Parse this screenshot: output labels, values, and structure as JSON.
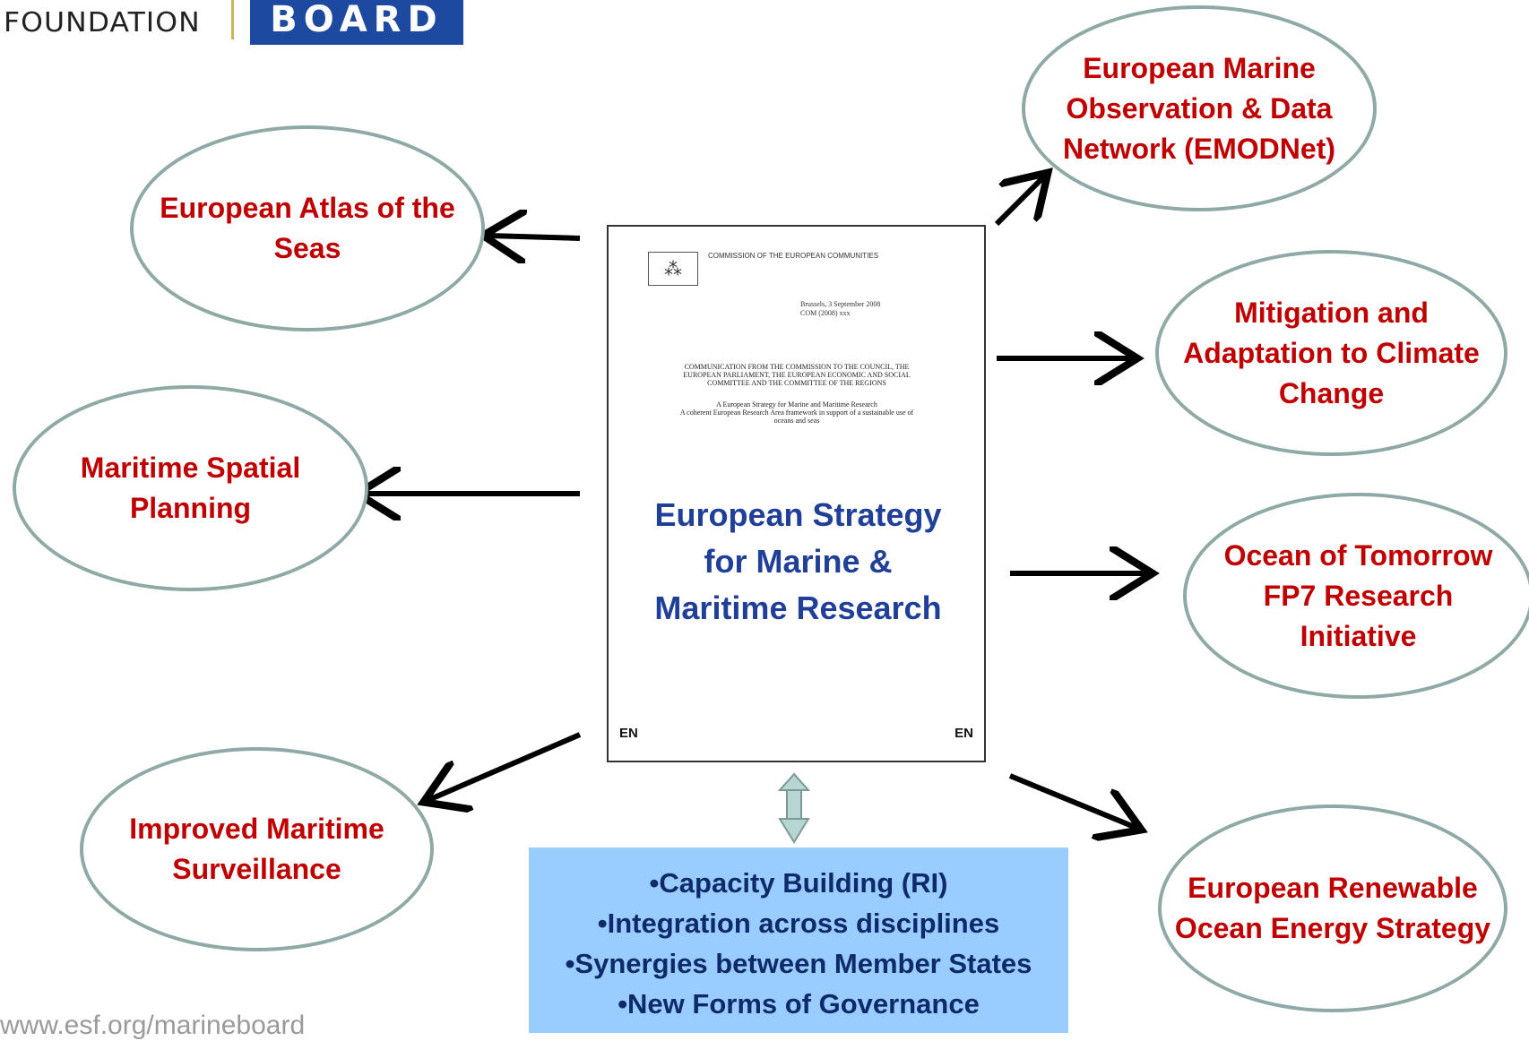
{
  "logos": {
    "left_text": "FOUNDATION",
    "board_text": "BOARD"
  },
  "center_document": {
    "commission": "COMMISSION OF THE EUROPEAN COMMUNITIES",
    "brussels_line1": "Brussels, 3 September 2008",
    "brussels_line2": "COM (2008) xxx",
    "communication_lines": [
      "COMMUNICATION FROM THE COMMISSION TO THE COUNCIL, THE",
      "EUROPEAN PARLIAMENT, THE EUROPEAN ECONOMIC AND SOCIAL",
      "COMMITTEE AND THE COMMITTEE OF THE REGIONS"
    ],
    "strategy_lines": [
      "A European Strategy for Marine and Maritime Research",
      "A coherent European Research Area framework in support of a sustainable use of",
      "oceans and seas"
    ],
    "title_lines": [
      "European Strategy",
      "for Marine &",
      "Maritime Research"
    ],
    "en_left": "EN",
    "en_right": "EN"
  },
  "nodes": [
    {
      "id": "atlas",
      "lines": [
        "European Atlas of the",
        "Seas"
      ]
    },
    {
      "id": "spatial",
      "lines": [
        "Maritime Spatial",
        "Planning"
      ]
    },
    {
      "id": "surveillance",
      "lines": [
        "Improved Maritime",
        "Surveillance"
      ]
    },
    {
      "id": "emodnet",
      "lines": [
        "European Marine",
        "Observation & Data",
        "Network (EMODNet)"
      ]
    },
    {
      "id": "climate",
      "lines": [
        "Mitigation and",
        "Adaptation to Climate",
        "Change"
      ]
    },
    {
      "id": "ocean",
      "lines": [
        "Ocean of Tomorrow",
        "FP7 Research",
        "Initiative"
      ]
    },
    {
      "id": "renewable",
      "lines": [
        "European Renewable",
        "Ocean Energy Strategy"
      ]
    }
  ],
  "bottom_box": {
    "items": [
      "•Capacity Building (RI)",
      "•Integration across disciplines",
      "•Synergies between Member States",
      "•New Forms of Governance"
    ]
  },
  "website": "www.esf.org/marineboard",
  "colors": {
    "node_text": "#c00000",
    "node_border": "#8ea9a6",
    "title_blue": "#1f3f99",
    "box_fill": "#99ccff",
    "board_fill": "#1d4aa0"
  }
}
